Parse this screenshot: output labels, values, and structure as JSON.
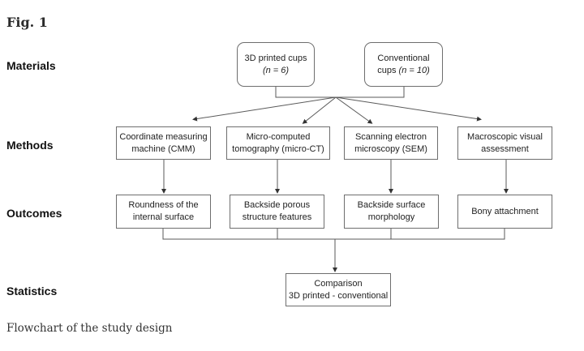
{
  "figure": {
    "title": "Fig. 1",
    "caption": "Flowchart of the study design"
  },
  "row_labels": {
    "materials": "Materials",
    "methods": "Methods",
    "outcomes": "Outcomes",
    "statistics": "Statistics"
  },
  "materials": [
    {
      "line1": "3D printed cups",
      "line2": "(n = 6)"
    },
    {
      "line1": "Conventional",
      "line2_prefix": "cups ",
      "line2": "(n = 10)"
    }
  ],
  "methods": [
    {
      "line1": "Coordinate measuring",
      "line2": "machine (CMM)"
    },
    {
      "line1": "Micro-computed",
      "line2": "tomography (micro-CT)"
    },
    {
      "line1": "Scanning electron",
      "line2": "microscopy (SEM)"
    },
    {
      "line1": "Macroscopic visual",
      "line2": "assessment"
    }
  ],
  "outcomes": [
    {
      "line1": "Roundness of the",
      "line2": "internal surface"
    },
    {
      "line1": "Backside porous",
      "line2": "structure features"
    },
    {
      "line1": "Backside surface",
      "line2": "morphology"
    },
    {
      "line1": "Bony attachment",
      "line2": ""
    }
  ],
  "statistics": {
    "line1": "Comparison",
    "line2": "3D printed - conventional"
  },
  "colors": {
    "line": "#5a5a5a",
    "border": "#6e6e6e"
  }
}
